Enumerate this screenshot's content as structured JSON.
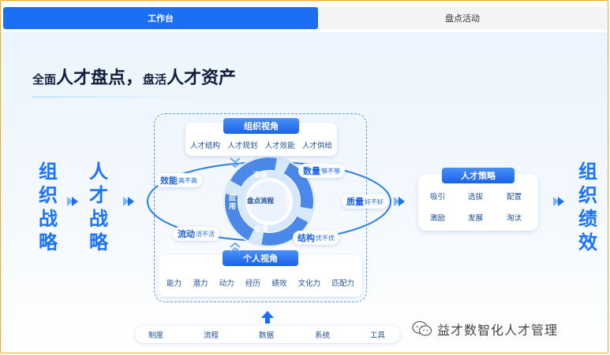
{
  "tabs": [
    {
      "label": "工作台",
      "active": true
    },
    {
      "label": "盘点活动",
      "active": false
    }
  ],
  "headline": {
    "part1": "全面",
    "part2": "人才盘点，",
    "part3": "盘活",
    "part4": "人才资产"
  },
  "left_labels": {
    "org_strategy": [
      "组",
      "织",
      "战",
      "略"
    ],
    "talent_strategy": [
      "人",
      "才",
      "战",
      "略"
    ]
  },
  "right_label": [
    "组",
    "织",
    "绩",
    "效"
  ],
  "org_view": {
    "title": "组织视角",
    "items": [
      "人才结构",
      "人才规划",
      "人才效能",
      "人才供给"
    ]
  },
  "person_view": {
    "title": "个人视角",
    "items": [
      "能力",
      "潜力",
      "动力",
      "经历",
      "绩效",
      "文化力",
      "匹配力"
    ]
  },
  "cycle": {
    "center": "盘点流程",
    "top": "准备",
    "right": "评估",
    "bottom": "校准",
    "left": "应用"
  },
  "tags": {
    "efficiency": {
      "main": "效能",
      "sub": "高不高"
    },
    "quantity": {
      "main": "数量",
      "sub": "够不够"
    },
    "quality": {
      "main": "质量",
      "sub": "好不好"
    },
    "mobility": {
      "main": "流动",
      "sub": "活不活"
    },
    "structure": {
      "main": "结构",
      "sub": "优不优"
    }
  },
  "strategy": {
    "title": "人才策略",
    "items": [
      "吸引",
      "选拔",
      "配置",
      "激励",
      "发展",
      "淘汰"
    ]
  },
  "foundation": [
    "制度",
    "流程",
    "数据",
    "系统",
    "工具"
  ],
  "watermark": "益才数智化人才管理",
  "colors": {
    "accent": "#1a6ff2",
    "border": "#f0a81c",
    "text_dark": "#0f1e3c"
  }
}
